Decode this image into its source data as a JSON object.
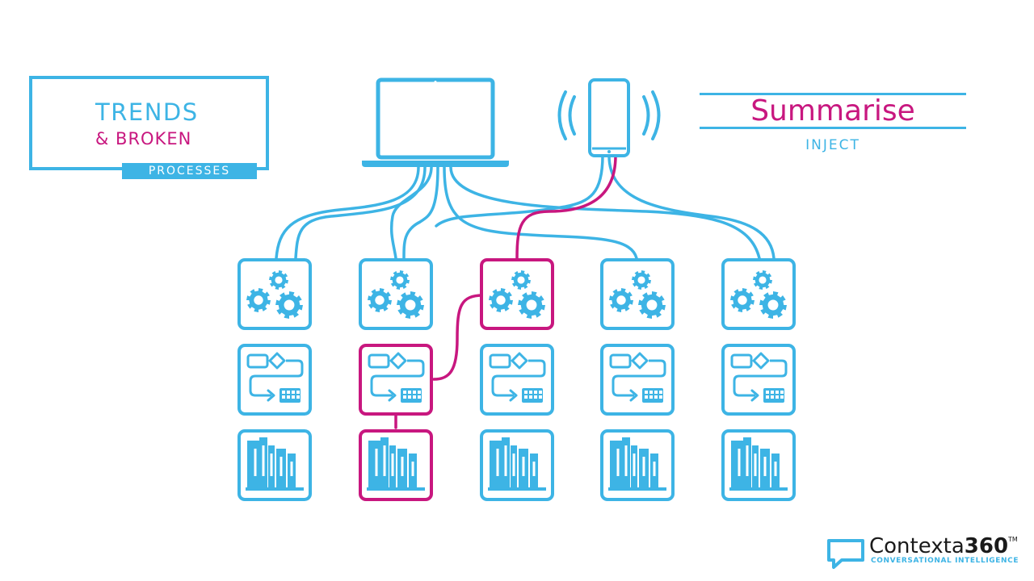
{
  "colors": {
    "blue": "#3db4e5",
    "magenta": "#c8177f",
    "dark": "#1a1a1a"
  },
  "trends_box": {
    "line1": "TRENDS",
    "line2": "& BROKEN",
    "tag": "PROCESSES"
  },
  "summarise_box": {
    "title": "Summarise",
    "subtitle": "INJECT"
  },
  "devices": {
    "laptop_icon": "laptop-icon",
    "phone_icon": "smartphone-icon"
  },
  "columns": [
    {
      "id": 1,
      "highlight": []
    },
    {
      "id": 2,
      "highlight": [
        "workflow",
        "library"
      ]
    },
    {
      "id": 3,
      "highlight": [
        "gears"
      ]
    },
    {
      "id": 4,
      "highlight": []
    },
    {
      "id": 5,
      "highlight": []
    }
  ],
  "tile_icons": [
    "gears-icon",
    "workflow-icon",
    "library-icon"
  ],
  "logo": {
    "name": "Contexta",
    "number": "360",
    "tm": "TM",
    "tagline": "CONVERSATIONAL INTELLIGENCE",
    "icon": "speech-bubble-icon"
  }
}
